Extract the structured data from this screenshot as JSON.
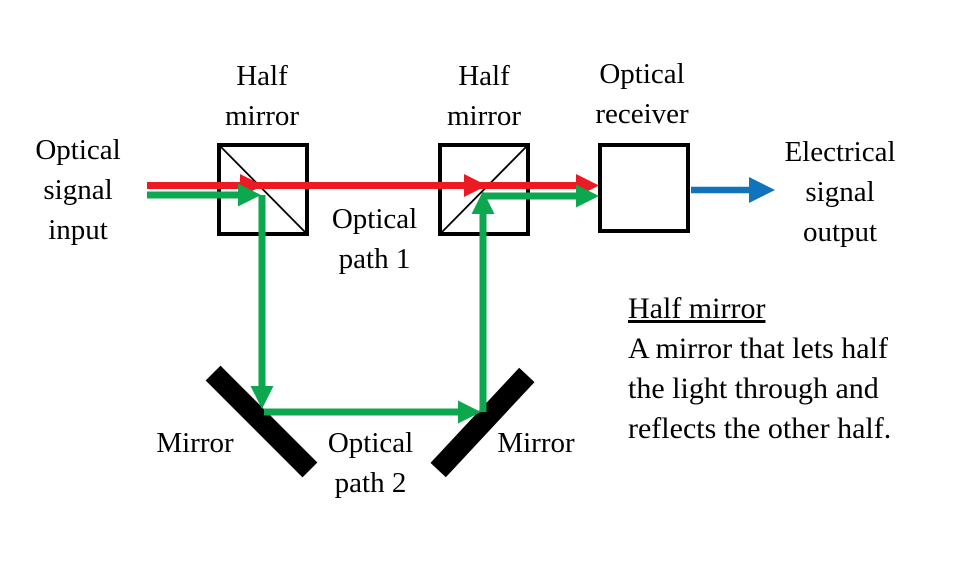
{
  "colors": {
    "ink": "#000000",
    "box_fill": "#ffffff",
    "beam_red": "#EC1B23",
    "beam_green": "#0DA750",
    "arrow_blue": "#1173BC"
  },
  "labels": {
    "optical_signal_input": "Optical\nsignal\ninput",
    "half_mirror_1": "Half\nmirror",
    "half_mirror_2": "Half\nmirror",
    "optical_receiver": "Optical\nreceiver",
    "optical_path_1": "Optical\npath 1",
    "optical_path_2": "Optical\npath 2",
    "mirror_left": "Mirror",
    "mirror_right": "Mirror",
    "electrical_signal_output": "Electrical\nsignal\noutput"
  },
  "note": {
    "title": "Half mirror",
    "body": "A mirror that lets half\nthe light through and\nreflects the other half."
  }
}
